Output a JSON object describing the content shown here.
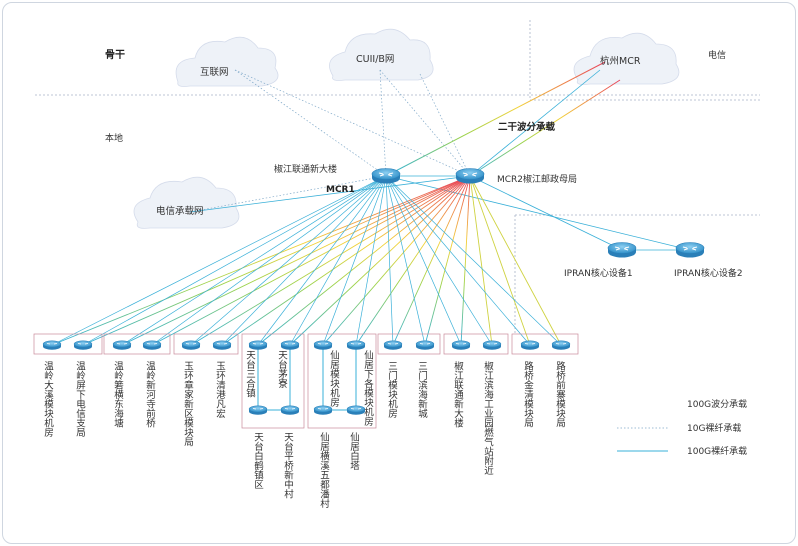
{
  "regions": {
    "backbone": "骨干",
    "local": "本地",
    "telecom": "电信"
  },
  "clouds": {
    "internet": "互联网",
    "cuii": "CUII/B网",
    "hangzhou": "杭州MCR",
    "telecom_bearer": "电信承载网"
  },
  "core": {
    "jj_new_building": "椒江联通新大楼",
    "mcr1": "MCR1",
    "mcr2": "MCR2椒江邮政母局",
    "trunk_wdm": "二干波分承载",
    "ipran1": "IPRAN核心设备1",
    "ipran2": "IPRAN核心设备2"
  },
  "sites": {
    "s1": "温岭大溪模块机房",
    "s2": "温岭屏下电信支局",
    "s3": "温岭箬横东海塘",
    "s4": "温岭新河寺前桥",
    "s5": "玉环章家新区模块局",
    "s6": "玉环清港凡宏",
    "s7": "天台三合镇",
    "s8": "天台茅寮",
    "s9": "天台白鹤镇区",
    "s10": "天台平桥新中村",
    "s11": "仙居模块机房",
    "s12": "仙居下各模块机房",
    "s13": "仙居横溪五都潘村",
    "s14": "仙居白塔",
    "s15": "三门模块机房",
    "s16": "三门滨海新城",
    "s17": "椒江联通新大楼",
    "s18": "椒江滨海工业园燃气站附近",
    "s19": "路桥金清模块局",
    "s20": "路桥前寨模块局"
  },
  "legend": {
    "wdm": "100G波分承载",
    "fiber10": "10G裸纤承载",
    "fiber100": "100G裸纤承载"
  },
  "colors": {
    "router_fill": "#5aaee0",
    "fiber100": "#3ab0d8",
    "fiber10": "#7fa8c8",
    "box_border": "#c98a9a",
    "cloud_fill": "#eef2f8"
  }
}
